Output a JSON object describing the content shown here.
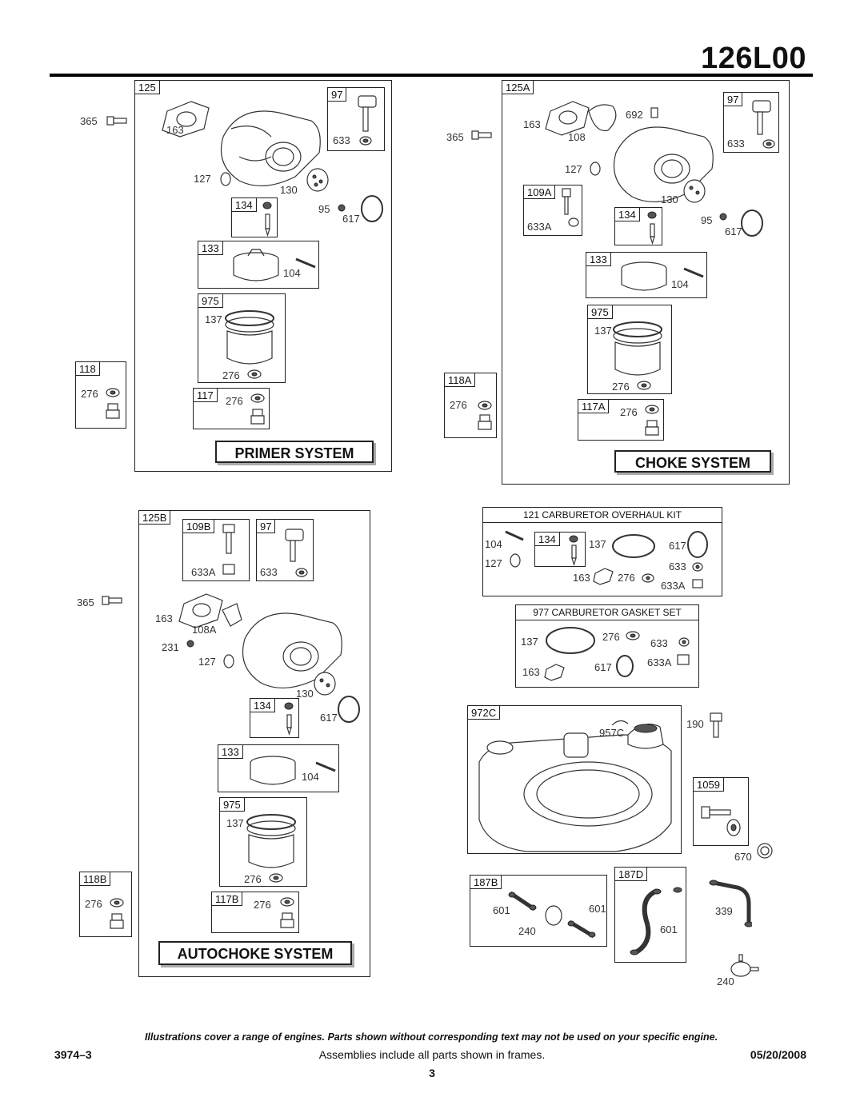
{
  "header": {
    "model": "126L00"
  },
  "primer": {
    "frame_tag": "125",
    "system_label": "PRIMER SYSTEM",
    "labels": {
      "p365": "365",
      "p163": "163",
      "p127": "127",
      "p130": "130",
      "p95": "95",
      "p617": "617",
      "p97": "97",
      "p633": "633",
      "p134": "134",
      "p133": "133",
      "p104": "104",
      "p975": "975",
      "p137": "137",
      "p276a": "276",
      "p117": "117",
      "p276b": "276",
      "p118": "118",
      "p276c": "276"
    }
  },
  "choke": {
    "frame_tag": "125A",
    "system_label": "CHOKE SYSTEM",
    "labels": {
      "p365": "365",
      "p163": "163",
      "p108": "108",
      "p692": "692",
      "p127": "127",
      "p109a": "109A",
      "p633a": "633A",
      "p130": "130",
      "p95": "95",
      "p617": "617",
      "p97": "97",
      "p633": "633",
      "p134": "134",
      "p133": "133",
      "p104": "104",
      "p975": "975",
      "p137": "137",
      "p276a": "276",
      "p117a": "117A",
      "p276b": "276",
      "p118a": "118A",
      "p276c": "276"
    }
  },
  "autochoke": {
    "frame_tag": "125B",
    "system_label": "AUTOCHOKE SYSTEM",
    "labels": {
      "p109b": "109B",
      "p633a": "633A",
      "p97": "97",
      "p633": "633",
      "p365": "365",
      "p163": "163",
      "p108a": "108A",
      "p231": "231",
      "p127": "127",
      "p130": "130",
      "p134": "134",
      "p617": "617",
      "p133": "133",
      "p104": "104",
      "p975": "975",
      "p137": "137",
      "p276a": "276",
      "p117b": "117B",
      "p276b": "276",
      "p118b": "118B",
      "p276c": "276"
    }
  },
  "overhaul_kit": {
    "title": "121 CARBURETOR OVERHAUL KIT",
    "labels": {
      "p104": "104",
      "p134": "134",
      "p137": "137",
      "p617": "617",
      "p127": "127",
      "p633": "633",
      "p163": "163",
      "p276": "276",
      "p633a": "633A"
    }
  },
  "gasket_set": {
    "title": "977 CARBURETOR GASKET SET",
    "labels": {
      "p137": "137",
      "p276": "276",
      "p633": "633",
      "p617": "617",
      "p633a": "633A",
      "p163": "163"
    }
  },
  "tank": {
    "frame_tag": "972C",
    "labels": {
      "p957c": "957C",
      "p190": "190",
      "p1059": "1059",
      "p670": "670"
    }
  },
  "fuel_line": {
    "tag_187b": "187B",
    "tag_187d": "187D",
    "labels": {
      "p601a": "601",
      "p601b": "601",
      "p240a": "240",
      "p601c": "601",
      "p339": "339",
      "p240b": "240"
    }
  },
  "footer": {
    "note": "Illustrations cover a range of engines. Parts shown without corresponding text may not be used on your specific engine.",
    "doc_number": "3974–3",
    "center_text": "Assemblies include all parts shown in frames.",
    "date": "05/20/2008",
    "page": "3"
  }
}
